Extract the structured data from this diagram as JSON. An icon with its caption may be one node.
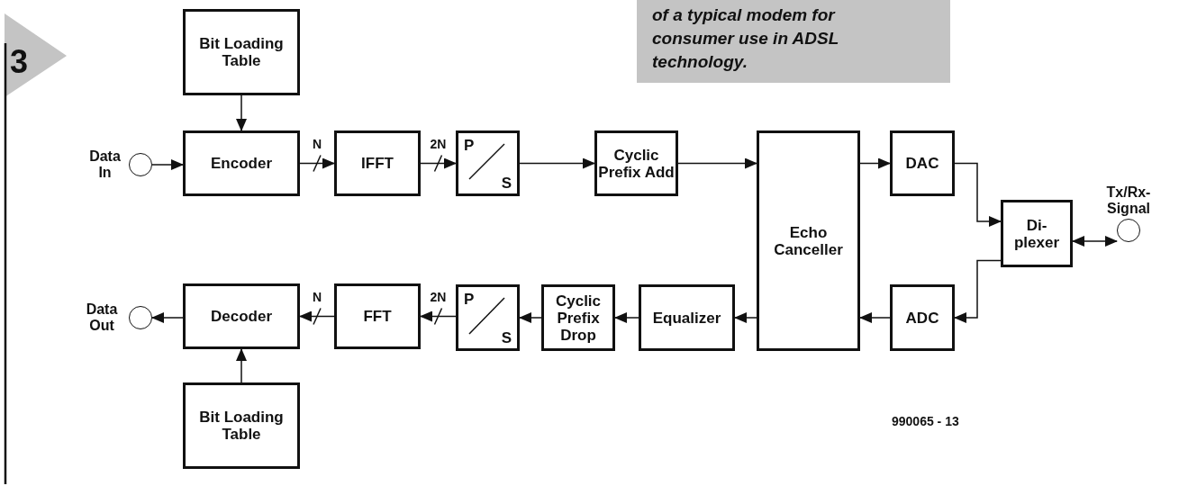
{
  "diagram": {
    "caption": "of a typical modem for consumer use in ADSL technology.",
    "nodes": [
      {
        "text": [
          "Bit Loading Table"
        ]
      },
      {
        "text": [
          "Data In"
        ]
      },
      {
        "text": [
          "Encoder"
        ]
      },
      {
        "text": [
          "IFFT"
        ]
      },
      {
        "text": [
          "P",
          "S"
        ]
      },
      {
        "text": [
          "Cyclic Prefix Add"
        ]
      },
      {
        "text": [
          "Echo Canceller"
        ]
      },
      {
        "text": [
          "DAC"
        ]
      },
      {
        "text": [
          "Di- plexer"
        ]
      },
      {
        "text": [
          "Tx/Rx- Signal"
        ]
      },
      {
        "text": [
          "Data Out"
        ]
      },
      {
        "text": [
          "Decoder"
        ]
      },
      {
        "text": [
          "FFT"
        ]
      },
      {
        "text": [
          "P",
          "S"
        ]
      },
      {
        "text": [
          "Cyclic Prefix Drop"
        ]
      },
      {
        "text": [
          "Equalizer"
        ]
      },
      {
        "text": [
          "ADC"
        ]
      },
      {
        "text": [
          "Bit Loading Table"
        ]
      }
    ],
    "edges": [
      {
        "from": 0,
        "to": 2,
        "arrow": "to"
      },
      {
        "from": 1,
        "to": 2,
        "arrow": "to"
      },
      {
        "from": 2,
        "to": 3,
        "arrow": "to",
        "label": "N"
      },
      {
        "from": 3,
        "to": 4,
        "arrow": "to",
        "label": "2N"
      },
      {
        "from": 4,
        "to": 5,
        "arrow": "to"
      },
      {
        "from": 5,
        "to": 6,
        "arrow": "to"
      },
      {
        "from": 6,
        "to": 7,
        "arrow": "to"
      },
      {
        "from": 7,
        "to": 8,
        "arrow": "to"
      },
      {
        "from": 8,
        "to": 9,
        "arrow": "both"
      },
      {
        "from": 8,
        "to": 16,
        "arrow": "to"
      },
      {
        "from": 16,
        "to": 6,
        "arrow": "to"
      },
      {
        "from": 6,
        "to": 15,
        "arrow": "to"
      },
      {
        "from": 15,
        "to": 14,
        "arrow": "to"
      },
      {
        "from": 14,
        "to": 13,
        "arrow": "to"
      },
      {
        "from": 13,
        "to": 12,
        "arrow": "to",
        "label": "2N"
      },
      {
        "from": 12,
        "to": 11,
        "arrow": "to",
        "label": "N"
      },
      {
        "from": 11,
        "to": 10,
        "arrow": "to"
      },
      {
        "from": 17,
        "to": 11,
        "arrow": "to"
      }
    ],
    "labels": [
      "3",
      "990065 - 13"
    ]
  }
}
